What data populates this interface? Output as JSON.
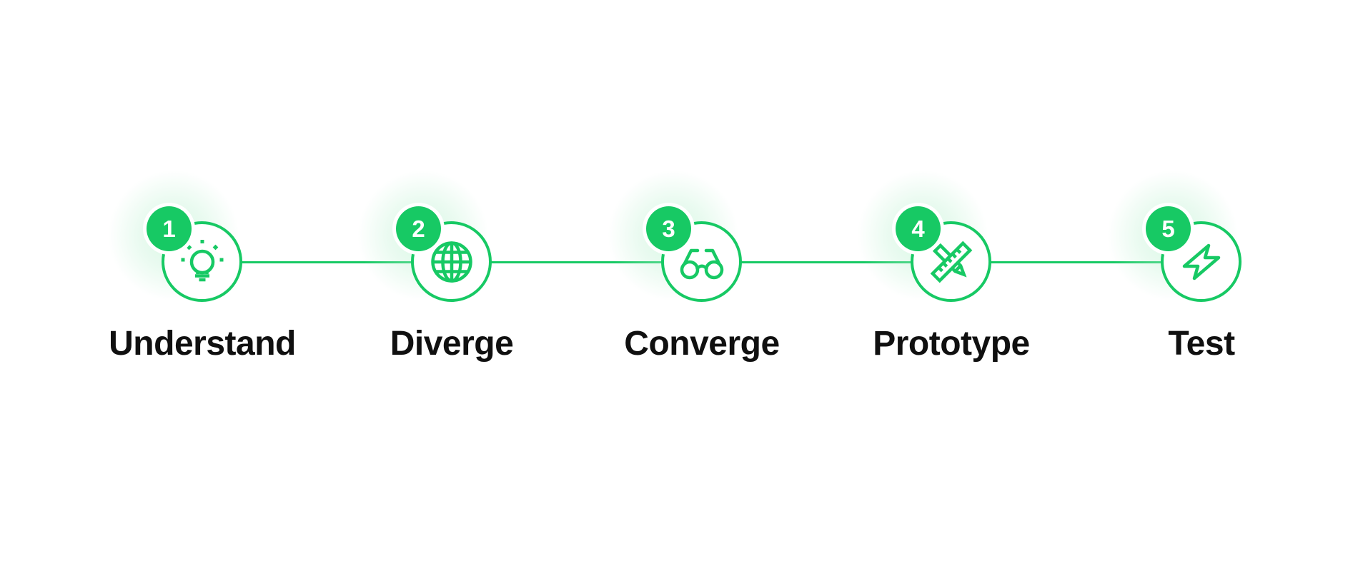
{
  "diagram": {
    "type": "process-steps",
    "accent_color": "#17c964",
    "text_color": "#101010",
    "background_color": "#ffffff",
    "steps": [
      {
        "number": "1",
        "label": "Understand",
        "icon": "lightbulb-sparkle-icon"
      },
      {
        "number": "2",
        "label": "Diverge",
        "icon": "globe-icon"
      },
      {
        "number": "3",
        "label": "Converge",
        "icon": "glasses-icon"
      },
      {
        "number": "4",
        "label": "Prototype",
        "icon": "ruler-pencil-icon"
      },
      {
        "number": "5",
        "label": "Test",
        "icon": "lightning-bolt-icon"
      }
    ]
  }
}
